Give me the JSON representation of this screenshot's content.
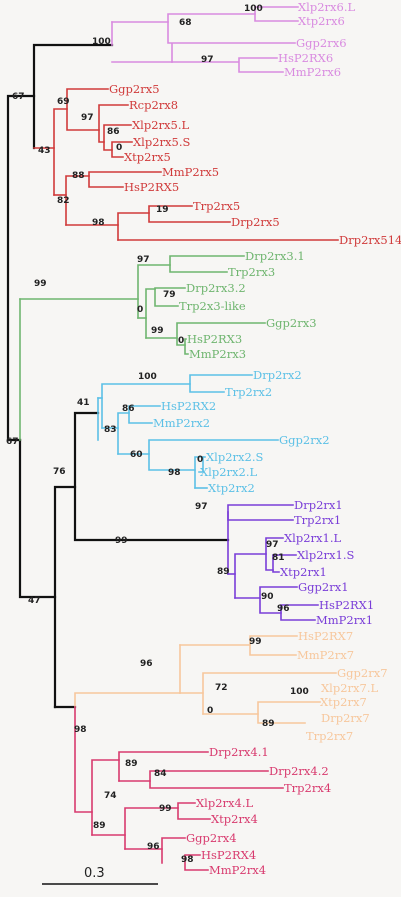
{
  "colors": {
    "background": "#f7f6f4",
    "root": "#111111",
    "p2rx6": "#d98be0",
    "p2rx5": "#d03a3a",
    "p2rx3": "#6fb56f",
    "p2rx2": "#5cc0e6",
    "p2rx1": "#7a3ed8",
    "p2rx7": "#f7c79c",
    "p2rx4": "#d83a6e"
  },
  "scale_bar": {
    "label": "0.3"
  },
  "leaves": [
    "Xlp2rx6.L",
    "Xtp2rx6",
    "Ggp2rx6",
    "HsP2RX6",
    "MmP2rx6",
    "Ggp2rx5",
    "Rcp2rx8",
    "Xlp2rx5.L",
    "Xlp2rx5.S",
    "Xtp2rx5",
    "MmP2rx5",
    "HsP2RX5",
    "Trp2rx5",
    "Drp2rx5",
    "Drp2rx514",
    "Drp2rx3.1",
    "Trp2rx3",
    "Drp2rx3.2",
    "Trp2x3-like",
    "Ggp2rx3",
    "HsP2RX3",
    "MmP2rx3",
    "Drp2rx2",
    "Trp2rx2",
    "HsP2RX2",
    "MmP2rx2",
    "Ggp2rx2",
    "Xlp2rx2.S",
    "Xlp2rx2.L",
    "Xtp2rx2",
    "Drp2rx1",
    "Trp2rx1",
    "Xlp2rx1.L",
    "Xlp2rx1.S",
    "Xtp2rx1",
    "Ggp2rx1",
    "HsP2RX1",
    "MmP2rx1",
    "HsP2RX7",
    "MmP2rx7",
    "Ggp2rx7",
    "Xlp2rx7.L",
    "Xtp2rx7",
    "Drp2rx7",
    "Trp2rx7",
    "Drp2rx4.1",
    "Drp2rx4.2",
    "Trp2rx4",
    "Xlp2rx4.L",
    "Xtp2rx4",
    "Ggp2rx4",
    "HsP2RX4",
    "MmP2rx4"
  ],
  "bootstrap": [
    "100",
    "68",
    "100",
    "97",
    "67",
    "69",
    "97",
    "86",
    "0",
    "43",
    "88",
    "82",
    "19",
    "98",
    "97",
    "99",
    "79",
    "0",
    "99",
    "0",
    "100",
    "41",
    "86",
    "83",
    "60",
    "0",
    "98",
    "67",
    "76",
    "97",
    "97",
    "81",
    "99",
    "89",
    "90",
    "96",
    "47",
    "99",
    "96",
    "72",
    "100",
    "0",
    "89",
    "98",
    "89",
    "84",
    "74",
    "99",
    "89",
    "96",
    "98"
  ]
}
